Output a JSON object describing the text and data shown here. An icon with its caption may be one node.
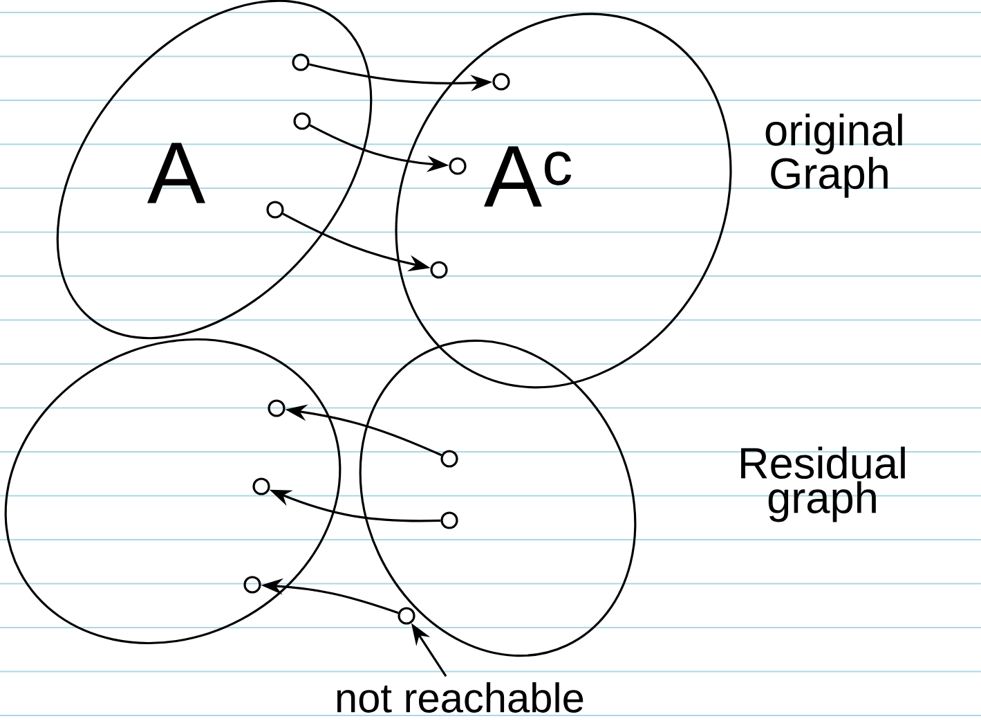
{
  "diagram": {
    "nodes": [
      {
        "text": [
          "A"
        ]
      },
      {
        "text": [],
        "shape": "circle",
        "in": 0
      },
      {
        "text": [],
        "shape": "circle",
        "in": 0
      },
      {
        "text": [],
        "shape": "circle",
        "in": 0
      },
      {
        "text": [
          "A$^{c}$"
        ]
      },
      {
        "text": [],
        "shape": "circle",
        "in": 4
      },
      {
        "text": [],
        "shape": "circle",
        "in": 4
      },
      {
        "text": [],
        "shape": "circle",
        "in": 4
      },
      {
        "text": [],
        "shape": "ellipse"
      },
      {
        "text": [],
        "shape": "circle",
        "in": 8
      },
      {
        "text": [],
        "shape": "circle",
        "in": 8
      },
      {
        "text": [],
        "shape": "circle",
        "in": 8
      },
      {
        "text": [],
        "shape": "ellipse"
      },
      {
        "text": [],
        "shape": "circle",
        "in": 12
      },
      {
        "text": [],
        "shape": "circle",
        "in": 12
      },
      {
        "text": [],
        "shape": "circle",
        "in": 12
      },
      {
        "text": [
          "not reachable"
        ]
      }
    ],
    "edges": [
      {
        "from": 1,
        "to": 5,
        "arrow": "to"
      },
      {
        "from": 2,
        "to": 6,
        "arrow": "to"
      },
      {
        "from": 3,
        "to": 7,
        "arrow": "to"
      },
      {
        "from": 13,
        "to": 9,
        "arrow": "to"
      },
      {
        "from": 14,
        "to": 10,
        "arrow": "to"
      },
      {
        "from": 15,
        "to": 11,
        "arrow": "to"
      },
      {
        "from": 16,
        "to": 15,
        "arrow": "to"
      }
    ],
    "labels": [
      "original Graph",
      "Residual graph"
    ]
  }
}
